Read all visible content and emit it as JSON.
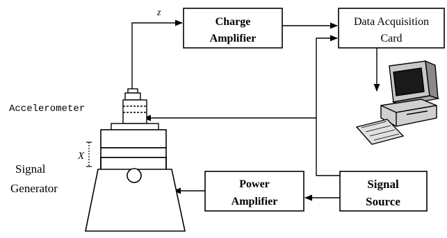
{
  "diagram": {
    "signal_label": "z",
    "charge_amplifier": {
      "line1": "Charge",
      "line2": "Amplifier"
    },
    "daq_card": {
      "line1": "Data Acquisition",
      "line2": "Card"
    },
    "accelerometer_label": "Accelerometer",
    "displacement_label": "X",
    "signal_generator": {
      "line1": "Signal",
      "line2": "Generator"
    },
    "power_amplifier": {
      "line1": "Power",
      "line2": "Amplifier"
    },
    "signal_source": {
      "line1": "Signal",
      "line2": "Source"
    },
    "icons": [
      "computer-icon",
      "shaker-icon",
      "accelerometer-sensor-icon"
    ]
  }
}
